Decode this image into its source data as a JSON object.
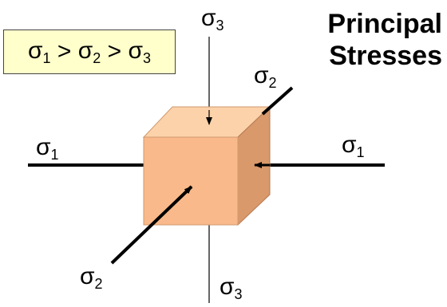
{
  "title": {
    "line1": "Principal",
    "line2": "Stresses"
  },
  "condition": {
    "symbols": [
      "σ",
      "σ",
      "σ"
    ],
    "indices": [
      "1",
      "2",
      "3"
    ],
    "relations": [
      "&gt;",
      "&gt;"
    ]
  },
  "labels": {
    "sigma1_left": {
      "symbol": "σ",
      "index": "1"
    },
    "sigma1_right": {
      "symbol": "σ",
      "index": "1"
    },
    "sigma2_top": {
      "symbol": "σ",
      "index": "2"
    },
    "sigma2_bottom": {
      "symbol": "σ",
      "index": "2"
    },
    "sigma3_top": {
      "symbol": "σ",
      "index": "3"
    },
    "sigma3_bottom": {
      "symbol": "σ",
      "index": "3"
    }
  },
  "colors": {
    "cube_front": "#f9b98a",
    "cube_top": "#fcd2aa",
    "cube_side": "#d9996b",
    "condition_box": "#ffffcc",
    "lines": "#000000"
  }
}
